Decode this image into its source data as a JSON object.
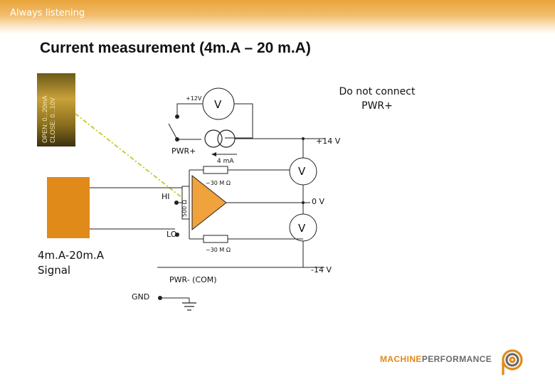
{
  "header": {
    "tagline": "Always listening"
  },
  "title": "Current measurement (4m.A – 20 m.A)",
  "photo": {
    "line1": "OPEN: 0...20mA",
    "line2": "CLOSE: 0...10V"
  },
  "labels": {
    "do_not_connect_line1": "Do not connect",
    "do_not_connect_line2": "PWR+",
    "v12": "+12V",
    "v_top": "V",
    "pwr_plus": "PWR+",
    "plus14": "+14 V",
    "ma4": "4 mA",
    "v_right_top": "V",
    "res_top": "~30 M Ω",
    "hi": "HI",
    "res_500": "500 Ω",
    "zero_v": "0 V",
    "v_right_bottom": "V",
    "lo": "LO",
    "res_bottom": "~30 M Ω",
    "minus14": "-14 V",
    "pwr_minus": "PWR- (COM)",
    "gnd": "GND"
  },
  "signal": {
    "line1": "4m.A-20m.A",
    "line2": "Signal"
  },
  "logo": {
    "part1": "MACHINE",
    "part2": "PERFORMANCE"
  },
  "colors": {
    "banner": "#e9a43a",
    "sensor_box": "#e08a1a",
    "op_amp": "#f0a23c",
    "dashed_line": "#cccc33",
    "logo_orange": "#e08a1a",
    "logo_gray": "#6b6b6b"
  }
}
